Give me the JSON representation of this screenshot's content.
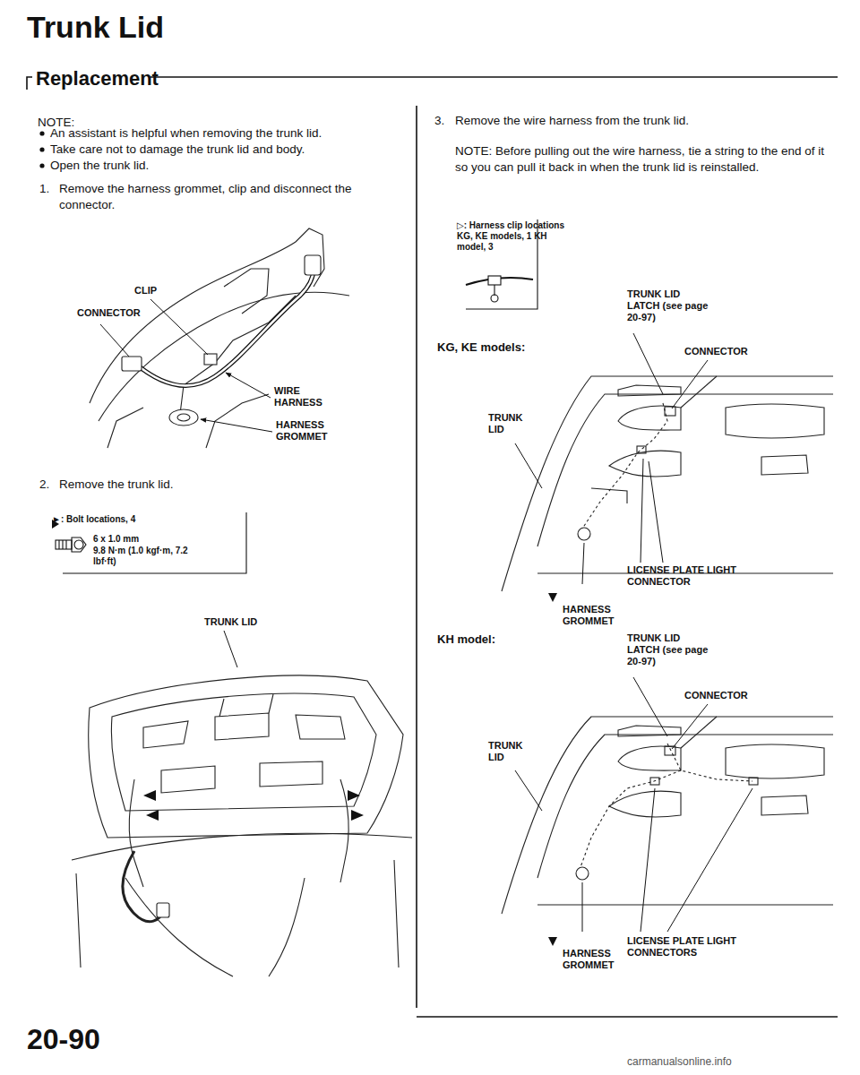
{
  "diagram": {
    "title": "Trunk Lid",
    "labels": [
      "Replacement",
      "NOTE:",
      "An assistant is helpful when removing the trunk lid.",
      "Take care not to damage the trunk lid and body.",
      "Open the trunk lid.",
      "1.",
      "Remove the harness grommet, clip and disconnect the connector.",
      "CLIP",
      "CONNECTOR",
      "WIRE HARNESS",
      "HARNESS GROMMET",
      "2.",
      "Remove the trunk lid.",
      "►: Bolt locations, 4",
      "6 x 1.0 mm",
      "9.8 N·m (1.0 kgf·m, 7.2 lbf·ft)",
      "TRUNK LID",
      "3.",
      "Remove the wire harness from the trunk lid.",
      "NOTE: Before pulling out the wire harness, tie a string to the end of it so you can pull it back in when the trunk lid is reinstalled.",
      "▷: Harness clip locations KG, KE models, 1 KH model, 3",
      "TRUNK LID LATCH (see page 20-97)",
      "KG, KE models:",
      "CONNECTOR",
      "TRUNK LID",
      "LICENSE PLATE LIGHT CONNECTOR",
      "HARNESS GROMMET",
      "KH model:",
      "TRUNK LID LATCH (see page 20-97)",
      "CONNECTOR",
      "TRUNK LID",
      "HARNESS GROMMET",
      "LICENSE PLATE LIGHT CONNECTORS",
      "20-90",
      "carmanualsonline.info"
    ]
  }
}
